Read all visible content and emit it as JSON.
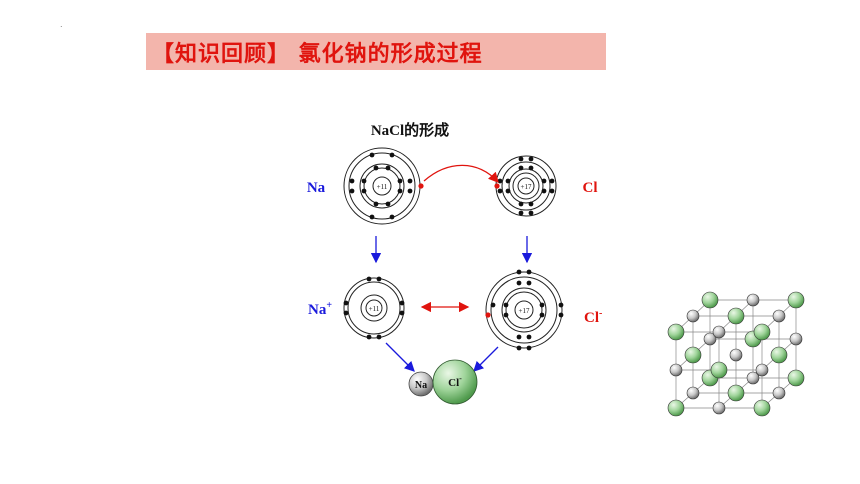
{
  "slide": {
    "title": "【知识回顾】 氯化钠的形成过程",
    "corner_mark": "."
  },
  "diagram": {
    "heading": "NaCl的形成",
    "na_label": "Na",
    "cl_label": "Cl",
    "na_ion_label": "Na",
    "na_ion_charge": "+",
    "cl_ion_label": "Cl",
    "cl_ion_charge": "-",
    "na_nucleus": "+11",
    "cl_nucleus": "+17",
    "na_ion_nucleus": "+11",
    "cl_ion_nucleus": "+17",
    "ball_na": "Na",
    "ball_cl": "Cl",
    "ball_cl_charge": "-"
  },
  "colors": {
    "title_bg": "#f3b5ac",
    "title_text": "#e0140e",
    "na_label": "#1a1adc",
    "cl_label": "#e0140e",
    "arrow_blue": "#1a1adc",
    "arrow_red": "#e0140e",
    "sphere_green": "#9fd49a",
    "sphere_gray": "#c8c8c8"
  }
}
